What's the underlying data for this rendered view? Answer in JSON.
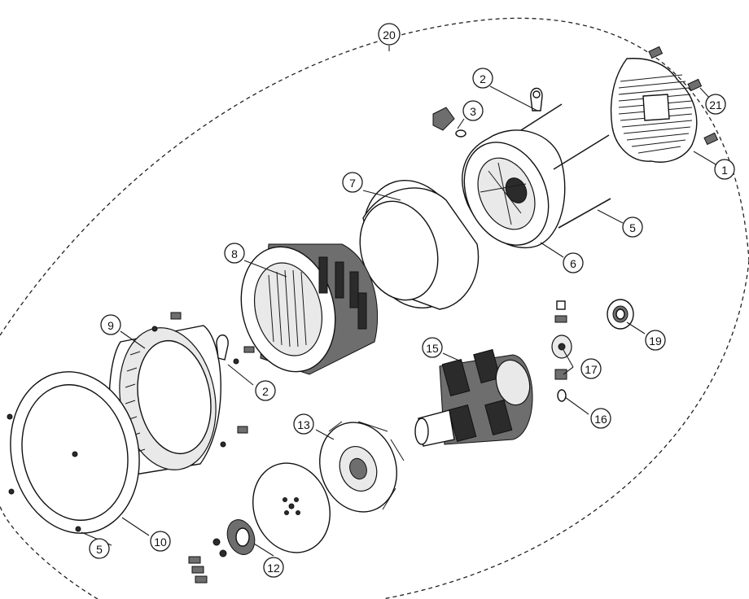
{
  "callouts": [
    {
      "id": "c20",
      "label": "20"
    },
    {
      "id": "c2a",
      "label": "2"
    },
    {
      "id": "c3",
      "label": "3"
    },
    {
      "id": "c21",
      "label": "21"
    },
    {
      "id": "c1",
      "label": "1"
    },
    {
      "id": "c7",
      "label": "7"
    },
    {
      "id": "c5a",
      "label": "5"
    },
    {
      "id": "c6",
      "label": "6"
    },
    {
      "id": "c8",
      "label": "8"
    },
    {
      "id": "c19",
      "label": "19"
    },
    {
      "id": "c9",
      "label": "9"
    },
    {
      "id": "c15",
      "label": "15"
    },
    {
      "id": "c17",
      "label": "17"
    },
    {
      "id": "c2b",
      "label": "2"
    },
    {
      "id": "c16",
      "label": "16"
    },
    {
      "id": "c13",
      "label": "13"
    },
    {
      "id": "c10",
      "label": "10"
    },
    {
      "id": "c5b",
      "label": "5"
    },
    {
      "id": "c12",
      "label": "12"
    }
  ]
}
